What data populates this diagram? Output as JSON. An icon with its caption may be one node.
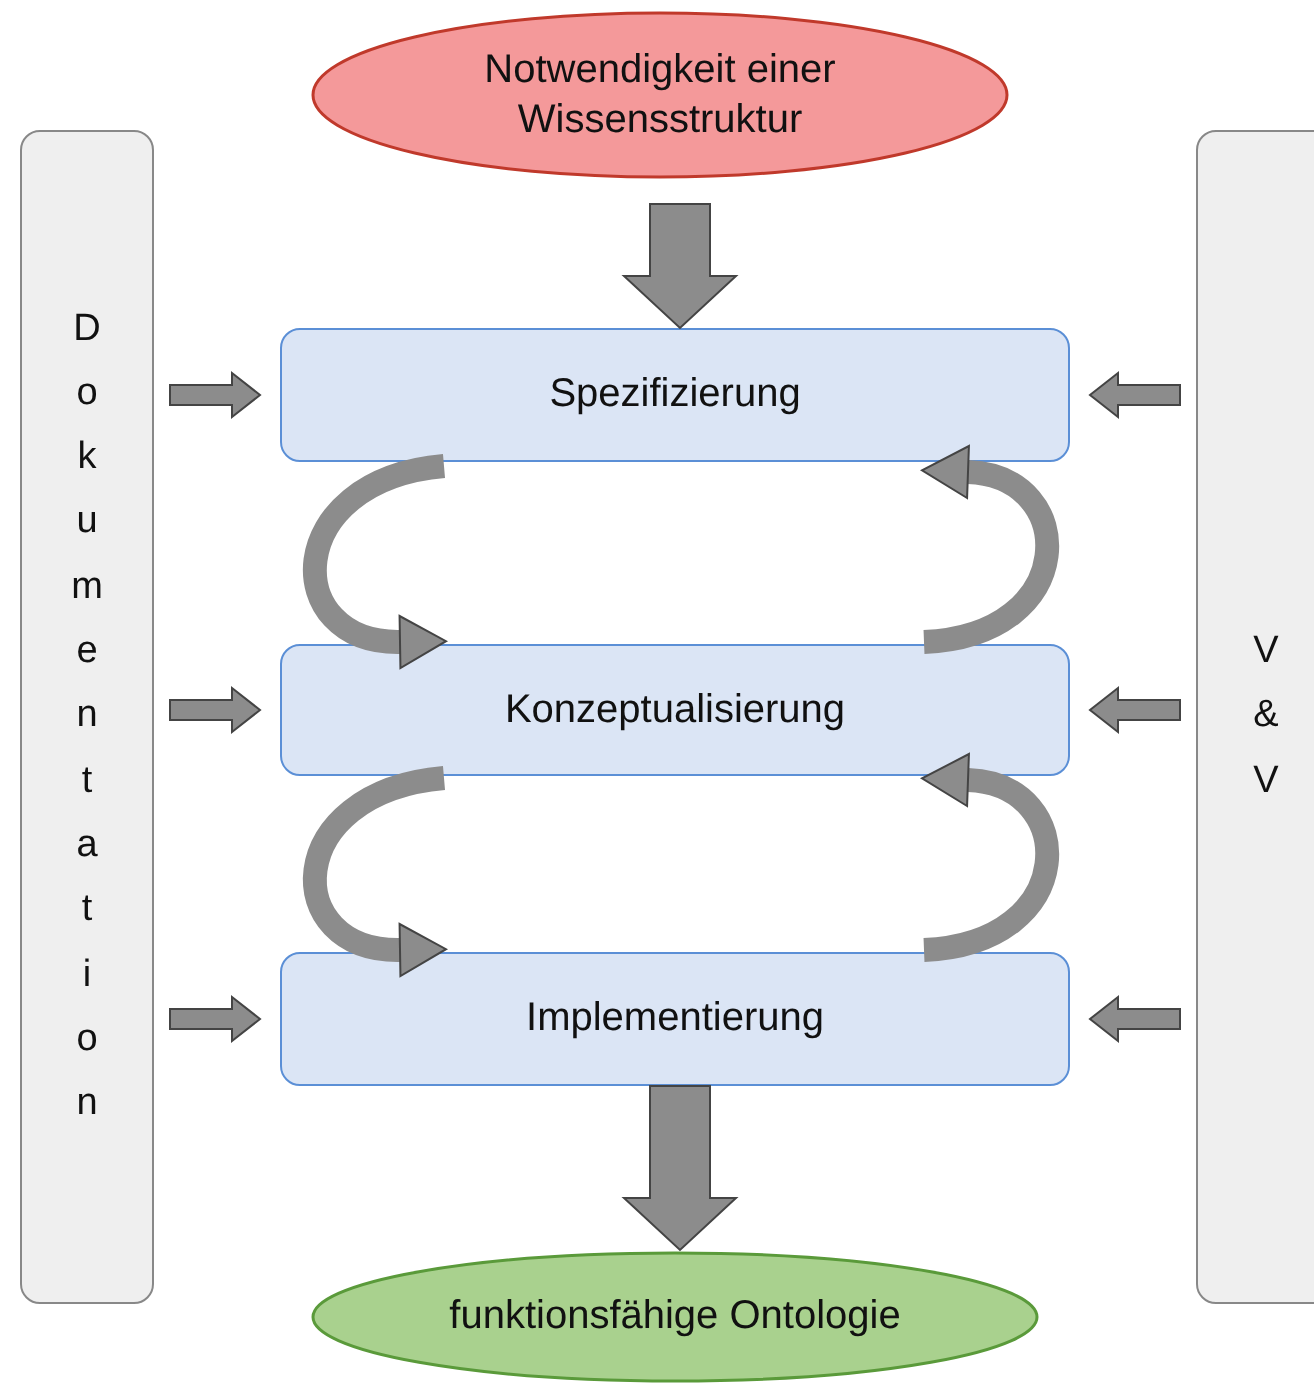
{
  "diagram": {
    "nodes": [
      {
        "text": [
          "Notwendigkeit einer Wissensstruktur"
        ]
      },
      {
        "text": [
          "Dokumentation"
        ]
      },
      {
        "text": [
          "V & V"
        ]
      },
      {
        "text": [
          "Spezifizierung"
        ]
      },
      {
        "text": [
          "Konzeptualisierung"
        ]
      },
      {
        "text": [
          "Implementierung"
        ]
      },
      {
        "text": [
          "funktionsfähige Ontologie"
        ]
      }
    ],
    "edges": [
      {
        "from": 0,
        "to": 3,
        "arrow": "to"
      },
      {
        "from": 1,
        "to": 3,
        "arrow": "to"
      },
      {
        "from": 1,
        "to": 4,
        "arrow": "to"
      },
      {
        "from": 1,
        "to": 5,
        "arrow": "to"
      },
      {
        "from": 2,
        "to": 3,
        "arrow": "to"
      },
      {
        "from": 2,
        "to": 4,
        "arrow": "to"
      },
      {
        "from": 2,
        "to": 5,
        "arrow": "to"
      },
      {
        "from": 3,
        "to": 4,
        "arrow": "to"
      },
      {
        "from": 4,
        "to": 3,
        "arrow": "to"
      },
      {
        "from": 4,
        "to": 5,
        "arrow": "to"
      },
      {
        "from": 5,
        "to": 4,
        "arrow": "to"
      },
      {
        "from": 5,
        "to": 6,
        "arrow": "to"
      }
    ]
  }
}
